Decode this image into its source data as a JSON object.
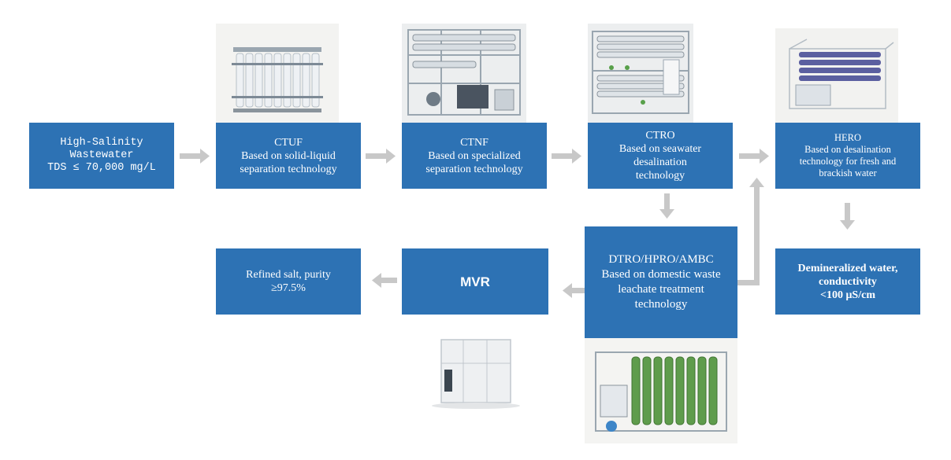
{
  "nodes": {
    "feed": [
      "High-Salinity",
      "Wastewater",
      "TDS ≤ 70,000 mg/L"
    ],
    "ctuf": [
      "CTUF",
      "Based on solid-liquid",
      "separation technology"
    ],
    "ctnf": [
      "CTNF",
      "Based on specialized",
      "separation technology"
    ],
    "ctro": [
      "CTRO",
      "Based on seawater",
      "desalination",
      "technology"
    ],
    "hero": [
      "HERO",
      "Based on desalination",
      "technology for fresh and",
      "brackish water"
    ],
    "dtro": [
      "DTRO/HPRO/AMBC",
      "Based on domestic waste",
      "leachate treatment",
      "technology"
    ],
    "mvr": [
      "MVR"
    ],
    "salt": [
      "Refined salt, purity",
      "≥97.5%"
    ],
    "water": [
      "Demineralized water,",
      "conductivity",
      "<100 μS/cm"
    ]
  },
  "colors": {
    "box": "#2d72b4",
    "arrow": "#c8c8c8",
    "membrane_white": "#f2f4f6",
    "membrane_green": "#5f9c4c",
    "frame": "#9aa6b0"
  },
  "icons": [
    "uf-skid-image",
    "nf-skid-image",
    "ro-skid-image",
    "hero-skid-image",
    "dtro-skid-image",
    "mvr-unit-image"
  ]
}
